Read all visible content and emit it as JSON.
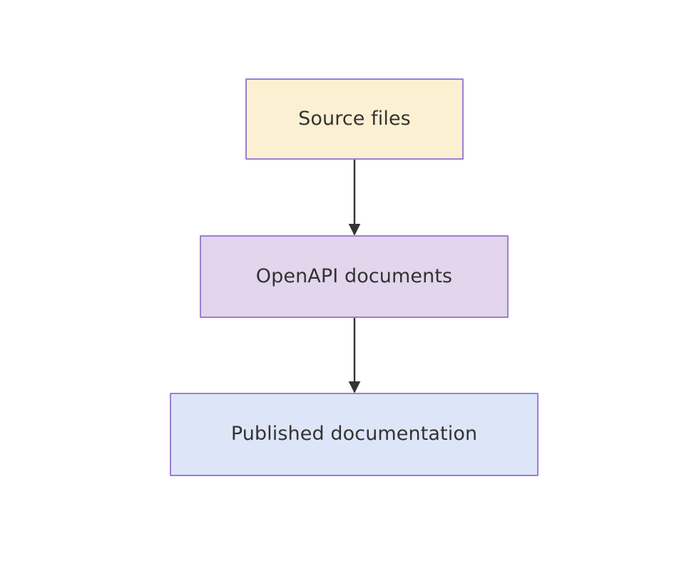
{
  "diagram": {
    "type": "flowchart",
    "direction": "top-to-bottom",
    "background_color": "#ffffff",
    "nodes": [
      {
        "id": "source-files",
        "label": "Source files",
        "shape": "rectangle",
        "fill_color": "#fcf0d2",
        "stroke_color": "#9a7fd4",
        "text_color": "#333333"
      },
      {
        "id": "openapi-documents",
        "label": "OpenAPI documents",
        "shape": "rectangle",
        "fill_color": "#e2d5ec",
        "stroke_color": "#9a7fd4",
        "text_color": "#333333"
      },
      {
        "id": "published-documentation",
        "label": "Published documentation",
        "shape": "rectangle",
        "fill_color": "#dde5f8",
        "stroke_color": "#9a7fd4",
        "text_color": "#333333"
      }
    ],
    "edges": [
      {
        "id": "edge-source-to-openapi",
        "from": "source-files",
        "to": "openapi-documents",
        "label": "",
        "arrowhead": "solid-triangle",
        "stroke_color": "#333333"
      },
      {
        "id": "edge-openapi-to-published",
        "from": "openapi-documents",
        "to": "published-documentation",
        "label": "",
        "arrowhead": "solid-triangle",
        "stroke_color": "#333333"
      }
    ]
  }
}
